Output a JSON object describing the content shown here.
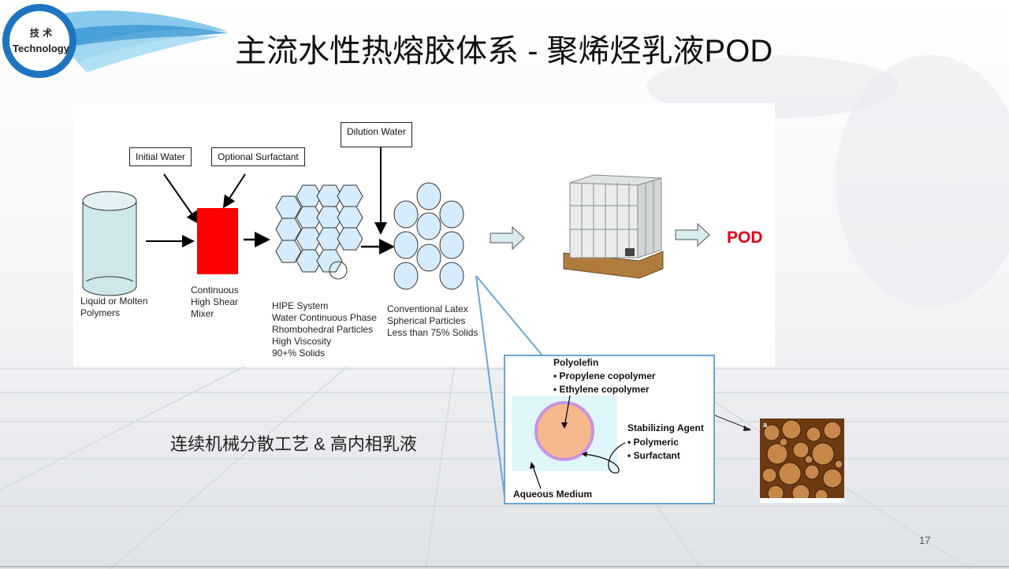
{
  "slide": {
    "title": "主流水性热熔胶体系 - 聚烯烃乳液POD",
    "logo": {
      "line1": "技 术",
      "line2": "Technology"
    },
    "page_number": "17",
    "caption": "连续机械分散工艺 & 高内相乳液"
  },
  "diagram": {
    "inputs": {
      "initial_water": "Initial Water",
      "optional_surfactant": "Optional Surfactant",
      "dilution_water": "Dilution Water"
    },
    "cylinder_label": [
      "Liquid or Molten",
      "Polymers"
    ],
    "mixer_label": [
      "Continuous",
      "High Shear",
      "Mixer"
    ],
    "hipe_label": [
      "HIPE System",
      "Water Continuous Phase",
      "Rhombohedral Particles",
      "High Viscosity",
      "90+% Solids"
    ],
    "latex_label": [
      "Conventional Latex",
      "Spherical Particles",
      "Less than 75% Solids"
    ],
    "product": "POD",
    "colors": {
      "mixer": "#ff0000",
      "particle_fill": "#d6ebfb",
      "pod_text": "#e60012",
      "inset_border": "#6aa6d3",
      "core": "#f5b88c",
      "shell": "#c893e0",
      "medium": "#dff6fb"
    }
  },
  "inset": {
    "polyolefin": "Polyolefin",
    "items": [
      "• Propylene copolymer",
      "• Ethylene copolymer"
    ],
    "stabilizing_title": "Stabilizing Agent",
    "stabilizing_items": [
      "• Polymeric",
      "• Surfactant"
    ],
    "medium": "Aqueous Medium"
  },
  "afm_image": {
    "corner_label": "a"
  }
}
